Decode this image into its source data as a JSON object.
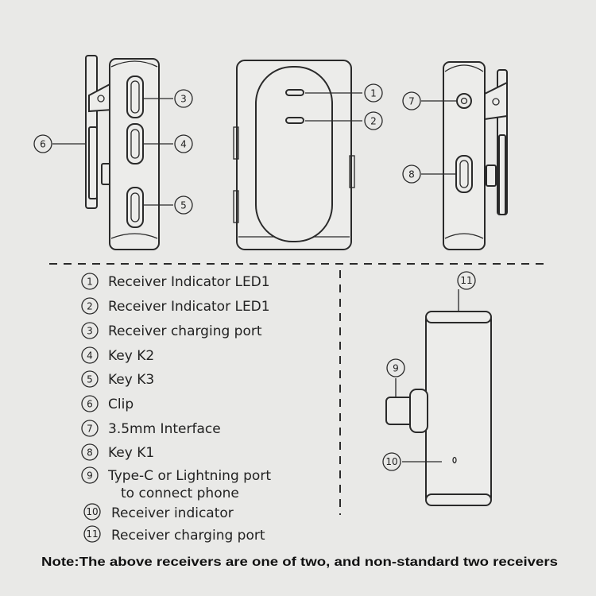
{
  "callouts": {
    "c1": "1",
    "c2": "2",
    "c3": "3",
    "c4": "4",
    "c5": "5",
    "c6": "6",
    "c7": "7",
    "c8": "8",
    "c9": "9",
    "c10": "10",
    "c11": "11"
  },
  "legend": [
    {
      "num": "1",
      "text": "Receiver Indicator LED1"
    },
    {
      "num": "2",
      "text": "Receiver Indicator LED1"
    },
    {
      "num": "3",
      "text": "Receiver charging port"
    },
    {
      "num": "4",
      "text": "Key K2"
    },
    {
      "num": "5",
      "text": "Key K3"
    },
    {
      "num": "6",
      "text": "Clip"
    },
    {
      "num": "7",
      "text": "3.5mm Interface"
    },
    {
      "num": "8",
      "text": "Key K1"
    },
    {
      "num": "9",
      "text": "Type-C or Lightning port",
      "text2": "to connect phone"
    },
    {
      "num": "10",
      "text": "Receiver indicator"
    },
    {
      "num": "11",
      "text": "Receiver charging port"
    }
  ],
  "note": "Note:The above receivers are one of two, and non-standard two receivers"
}
